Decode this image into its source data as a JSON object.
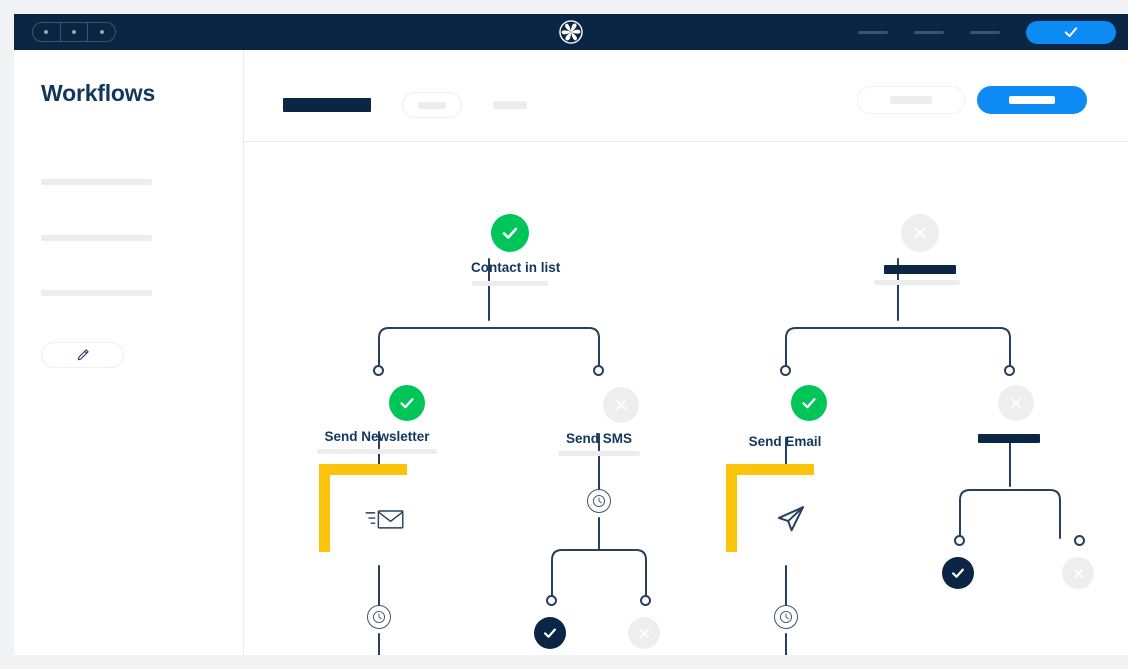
{
  "window": {
    "traffic_lights": [
      "dot",
      "dot",
      "dot"
    ],
    "logo_icon": "pinwheel-logo-icon",
    "nav_placeholders": [
      "dash",
      "dash",
      "dash"
    ],
    "cta_icon": "check-icon",
    "cta_color": "#0d8bf5",
    "bar_color": "#0b2545"
  },
  "sidebar": {
    "title": "Workflows",
    "placeholders": [
      "bar",
      "bar",
      "bar"
    ],
    "edit_button_icon": "pencil-icon"
  },
  "toolbar": {
    "tab_active_placeholder": "bar",
    "filter_pill_placeholder": "bar",
    "secondary_placeholder": "bar",
    "outline_button_placeholder": "bar",
    "primary_button_placeholder": "bar",
    "primary_button_color": "#0d8bf5"
  },
  "colors": {
    "navy": "#0b2545",
    "green": "#00c659",
    "gray": "#eeeeee",
    "yellow": "#fcc30b",
    "blue": "#0d8bf5",
    "label": "#12375e"
  },
  "flow": {
    "nodes": [
      {
        "id": "contact-in-list",
        "label": "Contact in list",
        "status": "success",
        "status_icon": "check-circle-icon",
        "label_kind": "text",
        "has_underline": true
      },
      {
        "id": "root-right",
        "label": "",
        "status": "disabled",
        "status_icon": "x-circle-icon",
        "label_kind": "placeholder",
        "has_underline": true
      },
      {
        "id": "send-newsletter",
        "label": "Send Newsletter",
        "status": "success",
        "status_icon": "check-circle-icon",
        "label_kind": "text",
        "has_underline": true,
        "port": true
      },
      {
        "id": "send-sms",
        "label": "Send SMS",
        "status": "disabled",
        "status_icon": "x-circle-icon",
        "label_kind": "text",
        "has_underline": true,
        "port": true
      },
      {
        "id": "send-email",
        "label": "Send Email",
        "status": "success",
        "status_icon": "check-circle-icon",
        "label_kind": "text",
        "has_underline": false,
        "port": true
      },
      {
        "id": "branch-right",
        "label": "",
        "status": "disabled",
        "status_icon": "x-circle-icon",
        "label_kind": "placeholder",
        "has_underline": true,
        "port": true
      },
      {
        "id": "leaf-sms-yes",
        "label": "",
        "status": "selected",
        "status_icon": "check-circle-icon",
        "label_kind": "none",
        "port": true
      },
      {
        "id": "leaf-sms-no",
        "label": "",
        "status": "disabled",
        "status_icon": "x-circle-icon",
        "label_kind": "none",
        "port": true
      },
      {
        "id": "leaf-right-yes",
        "label": "",
        "status": "selected",
        "status_icon": "check-circle-icon",
        "label_kind": "none",
        "port": true
      },
      {
        "id": "leaf-right-no",
        "label": "",
        "status": "disabled",
        "status_icon": "x-circle-icon",
        "label_kind": "none",
        "port": true
      }
    ],
    "cards": [
      {
        "id": "newsletter-card",
        "icon": "envelope-send-icon",
        "accent": "#fcc30b"
      },
      {
        "id": "email-card",
        "icon": "paper-plane-icon",
        "accent": "#fcc30b"
      }
    ],
    "delays": [
      {
        "id": "delay-newsletter",
        "icon": "clock-icon"
      },
      {
        "id": "delay-sms",
        "icon": "clock-icon"
      },
      {
        "id": "delay-email",
        "icon": "clock-icon"
      }
    ]
  }
}
